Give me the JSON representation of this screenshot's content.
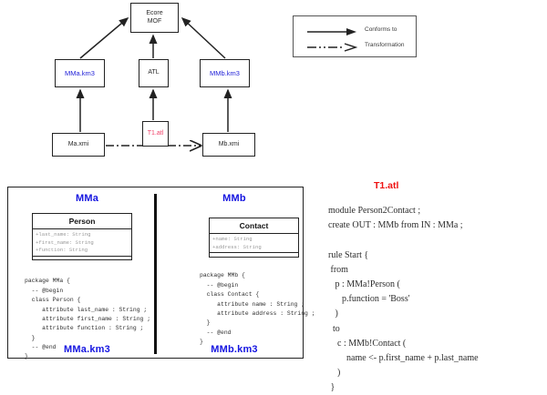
{
  "top_diagram": {
    "nodes": [
      {
        "id": "ecore-mof",
        "label_line1": "Ecore",
        "label_line2": "MOF",
        "style": "plain"
      },
      {
        "id": "mma-km3",
        "label": "MMa.km3",
        "style": "blue"
      },
      {
        "id": "atl",
        "label": "ATL",
        "style": "plain"
      },
      {
        "id": "mmb-km3",
        "label": "MMb.km3",
        "style": "blue"
      },
      {
        "id": "t1-atl",
        "label": "T1.atl",
        "style": "red"
      },
      {
        "id": "ma-xmi",
        "label": "Ma.xmi",
        "style": "plain"
      },
      {
        "id": "mb-xmi",
        "label": "Mb.xmi",
        "style": "plain"
      }
    ],
    "colors": {
      "blue": "#2323d8",
      "red": "#f0426a",
      "line": "#222222"
    }
  },
  "legend": {
    "items": [
      {
        "glyph": "solid-arrow-icon",
        "label": "Conforms to"
      },
      {
        "glyph": "dashed-arrow-icon",
        "label": "Transformation"
      }
    ]
  },
  "metamodel_panel": {
    "left": {
      "title": "MMa",
      "footer": "MMa.km3",
      "uml": {
        "class_name": "Person",
        "attributes": [
          "+last_name: String",
          "+first_name: String",
          "+function: String"
        ]
      },
      "code": "package MMa {\n  -- @begin\n  class Person {\n     attribute last_name : String ;\n     attribute first_name : String ;\n     attribute function : String ;\n  }\n  -- @end\n}"
    },
    "right": {
      "title": "MMb",
      "footer": "MMb.km3",
      "uml": {
        "class_name": "Contact",
        "attributes": [
          "+name: String",
          "+address: String"
        ]
      },
      "code": "package MMb {\n  -- @begin\n  class Contact {\n     attribute name : String ;\n     attribute address : String ;\n  }\n  -- @end\n}"
    }
  },
  "atl_pane": {
    "title": "T1.atl",
    "title_color": "#ee1111",
    "code": "module Person2Contact ;\ncreate OUT : MMb from IN : MMa ;\n\nrule Start {\n from\n   p : MMa!Person (\n      p.function = 'Boss'\n   )\n  to\n    c : MMb!Contact (\n        name <- p.first_name + p.last_name\n    )\n }"
  }
}
